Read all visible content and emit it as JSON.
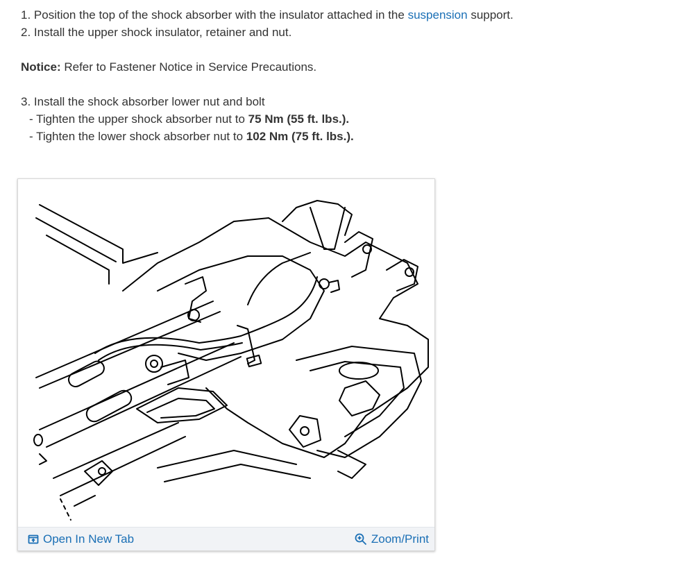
{
  "steps": {
    "step1": {
      "prefix": "1. Position the top of the shock absorber with the insulator attached in the ",
      "link": "suspension",
      "suffix": " support."
    },
    "step2": "2. Install the upper shock insulator, retainer and nut.",
    "notice": {
      "label": "Notice:",
      "text": " Refer to Fastener Notice in Service Precautions."
    },
    "step3": "3. Install the shock absorber lower nut and bolt",
    "sub1": {
      "prefix": "-  Tighten the upper shock absorber nut to ",
      "value": "75 Nm",
      "suffix": " (55 ft. lbs.)."
    },
    "sub2": {
      "prefix": "-  Tighten the lower shock absorber nut to ",
      "value": "102 Nm",
      "suffix": " (75 ft. lbs.)."
    }
  },
  "figure": {
    "open_tab_label": "Open In New Tab",
    "zoom_label": "Zoom/Print",
    "open_tab_icon": "open-new-tab-icon",
    "zoom_icon": "magnifier-plus-icon",
    "accent_color": "#1a6fb5"
  }
}
